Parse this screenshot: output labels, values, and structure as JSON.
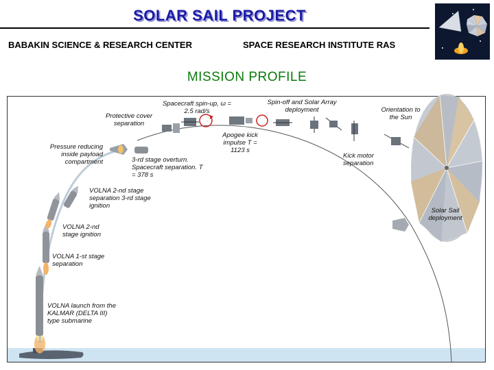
{
  "header": {
    "title": "SOLAR SAIL PROJECT",
    "org_left": "BABAKIN SCIENCE & RESEARCH CENTER",
    "org_right": "SPACE RESEARCH INSTITUTE RAS"
  },
  "diagram": {
    "title": "MISSION PROFILE",
    "labels": {
      "protective_cover": "Protective cover separation",
      "spin_up": "Spacecraft spin-up, ω = 2.5 rad/s",
      "spin_off": "Spin-off and Solar Array deployment",
      "orientation": "Orientation to the Sun",
      "pressure": "Pressure reducing inside payload compartment",
      "third_stage": "3-rd stage overturn. Spacecraft separation. T = 378 s",
      "apogee": "Apogee kick impulse T = 1123 s",
      "kick_motor": "Kick motor separation",
      "volna2_sep": "VOLNA 2-nd stage separation 3-rd stage ignition",
      "solar_sail": "Solar Sail deployment",
      "volna2_ign": "VOLNA 2-nd stage ignition",
      "volna1_sep": "VOLNA 1-st stage separation",
      "launch": "VOLNA launch from the KALMAR (DELTA III) type submarine"
    }
  },
  "colors": {
    "title": "#1a1aa8",
    "mission_profile": "#0a7a0a",
    "trajectory": "#444444",
    "spin_arrow": "#cc2222"
  }
}
